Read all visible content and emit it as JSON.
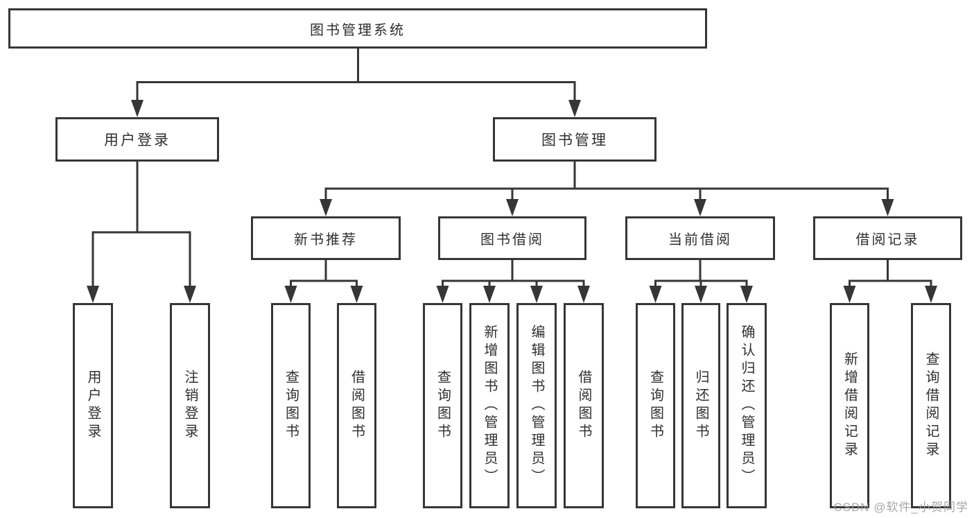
{
  "tree": {
    "root": {
      "label": "图书管理系统"
    },
    "level2": [
      {
        "label": "用户登录"
      },
      {
        "label": "图书管理"
      }
    ],
    "level3": [
      {
        "label": "新书推荐"
      },
      {
        "label": "图书借阅"
      },
      {
        "label": "当前借阅"
      },
      {
        "label": "借阅记录"
      }
    ],
    "leaves": [
      {
        "label": "用户登录"
      },
      {
        "label": "注销登录"
      },
      {
        "label": "查询图书"
      },
      {
        "label": "借阅图书"
      },
      {
        "label": "查询图书"
      },
      {
        "label": "新增图书（管理员）"
      },
      {
        "label": "编辑图书（管理员）"
      },
      {
        "label": "借阅图书"
      },
      {
        "label": "查询图书"
      },
      {
        "label": "归还图书"
      },
      {
        "label": "确认归还（管理员）"
      },
      {
        "label": "新增借阅记录"
      },
      {
        "label": "查询借阅记录"
      }
    ]
  },
  "watermark": {
    "text": "CSDN @软件_小贺同学"
  },
  "colors": {
    "line": "#363636",
    "text": "#2f2f2f",
    "watermark": "#9e9e9e",
    "background": "#ffffff"
  }
}
